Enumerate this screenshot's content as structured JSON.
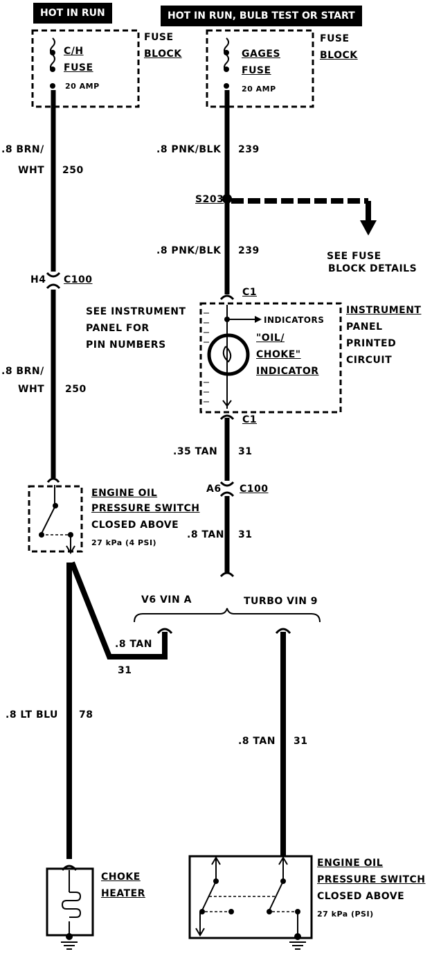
{
  "headers": {
    "left": "HOT IN RUN",
    "right": "HOT IN RUN, BULB TEST OR START"
  },
  "fuse_left": {
    "name1": "C/H",
    "name2": "FUSE",
    "rating": "20 AMP",
    "block1": "FUSE",
    "block2": "BLOCK"
  },
  "fuse_right": {
    "name1": "GAGES",
    "name2": "FUSE",
    "rating": "20 AMP",
    "block1": "FUSE",
    "block2": "BLOCK"
  },
  "wires": {
    "w250_top_a": ".8 BRN/",
    "w250_top_b": "WHT",
    "w250_top_num": "250",
    "w250_bot_a": ".8 BRN/",
    "w250_bot_b": "WHT",
    "w250_bot_num": "250",
    "w239_top": ".8 PNK/BLK",
    "w239_top_num": "239",
    "w239_bot": ".8 PNK/BLK",
    "w239_bot_num": "239",
    "w31_a": ".35 TAN",
    "w31_a_num": "31",
    "w31_b": ".8 TAN",
    "w31_b_num": "31",
    "w31_c": ".8 TAN",
    "w31_c_num": "31",
    "w31_d": ".8 TAN",
    "w31_d_num": "31",
    "w78": ".8 LT BLU",
    "w78_num": "78"
  },
  "connectors": {
    "h4": "H4",
    "c100_left": "C100",
    "a6": "A6",
    "c100_right": "C100",
    "c1_top": "C1",
    "c1_bot": "C1",
    "s203": "S203"
  },
  "notes": {
    "fuse_details_1": "SEE FUSE",
    "fuse_details_2": "BLOCK DETAILS",
    "pin_1": "SEE INSTRUMENT",
    "pin_2": "PANEL FOR",
    "pin_3": "PIN NUMBERS"
  },
  "instrument": {
    "indicators": "INDICATORS",
    "oil1": "\"OIL/",
    "oil2": "CHOKE\"",
    "oil3": "INDICATOR",
    "panel1": "INSTRUMENT",
    "panel2": "PANEL",
    "panel3": "PRINTED",
    "panel4": "CIRCUIT"
  },
  "switch_left": {
    "l1": "ENGINE OIL",
    "l2": "PRESSURE SWITCH",
    "l3": "CLOSED ABOVE",
    "l4": "27 kPa (4 PSI)"
  },
  "switch_right": {
    "l1": "ENGINE OIL",
    "l2": "PRESSURE SWITCH",
    "l3": "CLOSED ABOVE",
    "l4": "27 kPa (PSI)"
  },
  "vin": {
    "v6": "V6 VIN A",
    "turbo": "TURBO VIN 9"
  },
  "choke": {
    "l1": "CHOKE",
    "l2": "HEATER"
  }
}
